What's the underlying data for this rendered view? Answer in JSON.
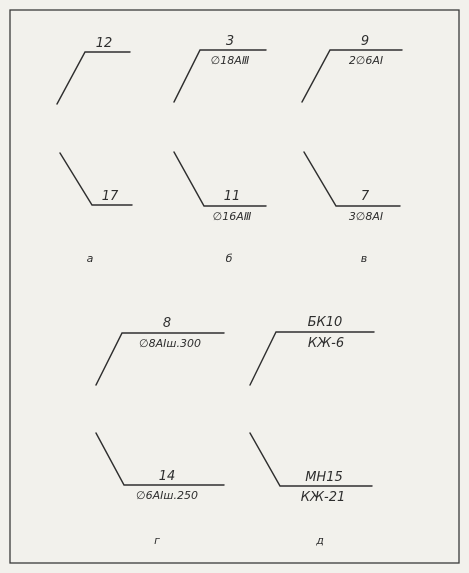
{
  "figure": {
    "panels": {
      "a": {
        "caption": "а",
        "top": {
          "line1": "12",
          "line2": ""
        },
        "bottom": {
          "line1": "17",
          "line2": ""
        }
      },
      "b": {
        "caption": "б",
        "top": {
          "line1": "3",
          "line2": "∅18АⅢ"
        },
        "bottom": {
          "line1": "11",
          "line2": "∅16АⅢ"
        }
      },
      "v": {
        "caption": "в",
        "top": {
          "line1": "9",
          "line2": "2∅6АⅠ"
        },
        "bottom": {
          "line1": "7",
          "line2": "3∅8АⅠ"
        }
      },
      "g": {
        "caption": "г",
        "top": {
          "line1": "8",
          "line2": "∅8АⅠш.300"
        },
        "bottom": {
          "line1": "14",
          "line2": "∅6АⅠш.250"
        }
      },
      "d": {
        "caption": "д",
        "top": {
          "line1": "БК10",
          "line2": "КЖ-6"
        },
        "bottom": {
          "line1": "МН15",
          "line2": "КЖ-21"
        }
      }
    }
  }
}
